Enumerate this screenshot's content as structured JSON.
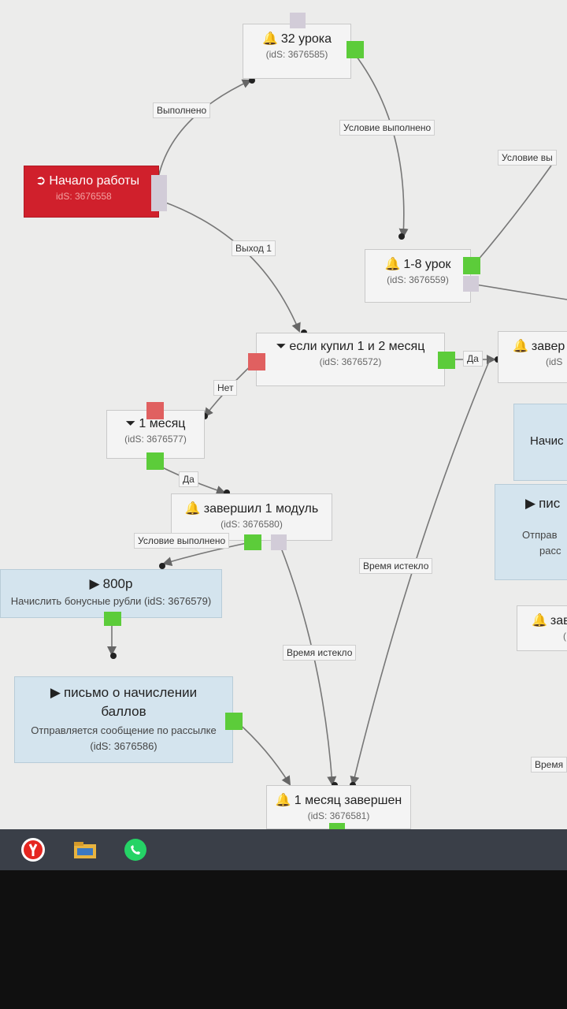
{
  "nodes": {
    "lessons32": {
      "title": "32 урока",
      "id": "(idS: 3676585)",
      "icon": "bell-icon"
    },
    "start": {
      "title": "Начало работы",
      "id": "idS: 3676558",
      "icon": "login-icon"
    },
    "lesson18": {
      "title": "1-8 урок",
      "id": "(idS: 3676559)",
      "icon": "bell-icon"
    },
    "bought12": {
      "title": "если купил 1 и 2 месяц",
      "id": "(idS: 3676572)",
      "icon": "filter-icon"
    },
    "month1": {
      "title": "1 месяц",
      "id": "(idS: 3676577)",
      "icon": "filter-icon"
    },
    "module1": {
      "title": "завершил 1 модуль",
      "id": "(idS: 3676580)",
      "icon": "bell-icon"
    },
    "rub800": {
      "title": "800р",
      "desc": "Начислить бонусные рубли (idS: 3676579)",
      "icon": "play-icon"
    },
    "letter": {
      "title": "письмо о начислении баллов",
      "desc": "Отправляется сообщение по рассылке (idS: 3676586)",
      "icon": "play-icon"
    },
    "month1done": {
      "title": "1 месяц завершен",
      "id": "(idS: 3676581)",
      "icon": "bell-icon"
    },
    "rightTop": {
      "title": "завер",
      "id": "(idS",
      "icon": "bell-icon"
    },
    "rightBlue1": {
      "title": "Начис"
    },
    "rightBlue2": {
      "title": "пис",
      "desc1": "Отправ",
      "desc2": "расс",
      "icon": "play-icon"
    },
    "rightBottom": {
      "title": "зав",
      "id": "(",
      "icon": "bell-icon"
    }
  },
  "labels": {
    "done": "Выполнено",
    "cond1": "Условие выполнено",
    "condRight": "Условие вы",
    "exit1": "Выход 1",
    "no": "Нет",
    "yes1": "Да",
    "yes2": "Да",
    "cond2": "Условие выполнено",
    "timeout1": "Время истекло",
    "timeout2": "Время истекло",
    "timeoutRight": "Время"
  },
  "colors": {
    "start": "#d0202c",
    "port_green": "#5ccc3a",
    "port_red": "#e06060",
    "blue_node": "#d4e4ee"
  },
  "taskbar": {
    "icons": [
      "yandex-browser-icon",
      "file-explorer-icon",
      "whatsapp-icon"
    ]
  }
}
